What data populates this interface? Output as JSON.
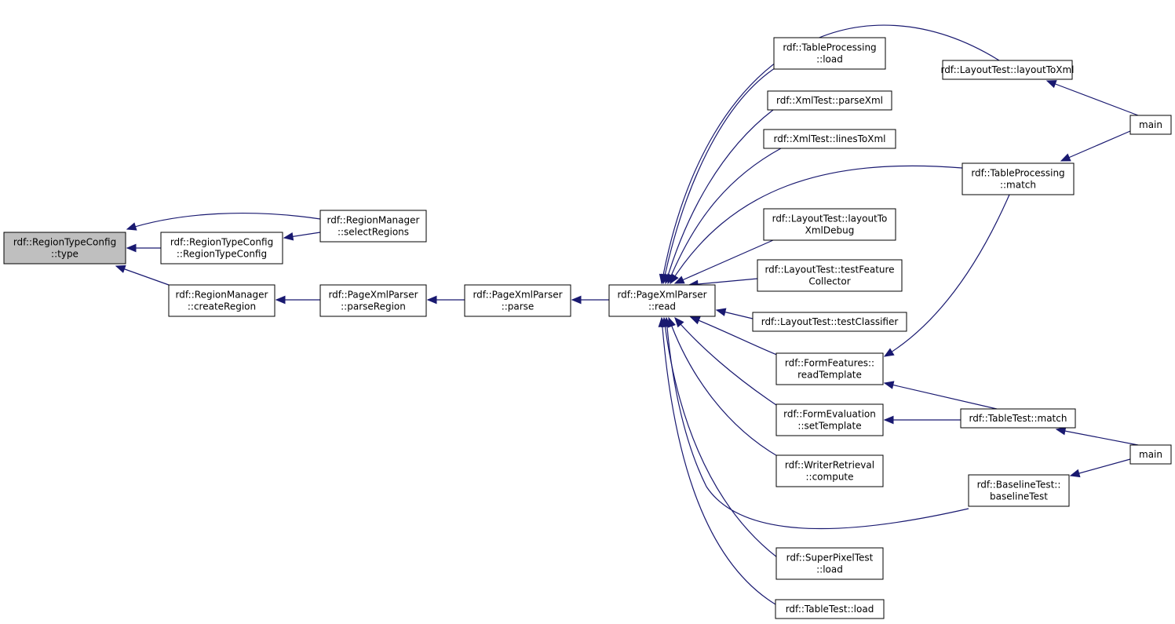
{
  "diagram": {
    "nodes": [
      {
        "id": "root",
        "lines": [
          "rdf::RegionTypeConfig",
          "::type"
        ],
        "highlighted": true
      },
      {
        "id": "rtc_ctor",
        "lines": [
          "rdf::RegionTypeConfig",
          "::RegionTypeConfig"
        ]
      },
      {
        "id": "rm_select",
        "lines": [
          "rdf::RegionManager",
          "::selectRegions"
        ]
      },
      {
        "id": "rm_create",
        "lines": [
          "rdf::RegionManager",
          "::createRegion"
        ]
      },
      {
        "id": "px_parseRegion",
        "lines": [
          "rdf::PageXmlParser",
          "::parseRegion"
        ]
      },
      {
        "id": "px_parse",
        "lines": [
          "rdf::PageXmlParser",
          "::parse"
        ]
      },
      {
        "id": "px_read",
        "lines": [
          "rdf::PageXmlParser",
          "::read"
        ]
      },
      {
        "id": "tp_load",
        "lines": [
          "rdf::TableProcessing",
          "::load"
        ]
      },
      {
        "id": "xt_parseXml",
        "lines": [
          "rdf::XmlTest::parseXml"
        ]
      },
      {
        "id": "xt_linesToXml",
        "lines": [
          "rdf::XmlTest::linesToXml"
        ]
      },
      {
        "id": "lt_layoutToXmlDebug",
        "lines": [
          "rdf::LayoutTest::layoutTo",
          "XmlDebug"
        ]
      },
      {
        "id": "lt_testFeature",
        "lines": [
          "rdf::LayoutTest::testFeature",
          "Collector"
        ]
      },
      {
        "id": "lt_testClassifier",
        "lines": [
          "rdf::LayoutTest::testClassifier"
        ]
      },
      {
        "id": "ff_readTemplate",
        "lines": [
          "rdf::FormFeatures::",
          "readTemplate"
        ]
      },
      {
        "id": "fe_setTemplate",
        "lines": [
          "rdf::FormEvaluation",
          "::setTemplate"
        ]
      },
      {
        "id": "wr_compute",
        "lines": [
          "rdf::WriterRetrieval",
          "::compute"
        ]
      },
      {
        "id": "spt_load",
        "lines": [
          "rdf::SuperPixelTest",
          "::load"
        ]
      },
      {
        "id": "tt_load",
        "lines": [
          "rdf::TableTest::load"
        ]
      },
      {
        "id": "lt_layoutToXml",
        "lines": [
          "rdf::LayoutTest::layoutToXml"
        ]
      },
      {
        "id": "tp_match",
        "lines": [
          "rdf::TableProcessing",
          "::match"
        ]
      },
      {
        "id": "tt_match",
        "lines": [
          "rdf::TableTest::match"
        ]
      },
      {
        "id": "bt_baselineTest",
        "lines": [
          "rdf::BaselineTest::",
          "baselineTest"
        ]
      },
      {
        "id": "main1",
        "lines": [
          "main"
        ]
      },
      {
        "id": "main2",
        "lines": [
          "main"
        ]
      }
    ],
    "edges": [
      {
        "from": "rm_select",
        "to": "root"
      },
      {
        "from": "rtc_ctor",
        "to": "root"
      },
      {
        "from": "rm_create",
        "to": "root"
      },
      {
        "from": "rm_select",
        "to": "rtc_ctor"
      },
      {
        "from": "px_parseRegion",
        "to": "rm_create"
      },
      {
        "from": "px_parse",
        "to": "px_parseRegion"
      },
      {
        "from": "px_read",
        "to": "px_parse"
      },
      {
        "from": "lt_layoutToXml",
        "to": "px_read"
      },
      {
        "from": "tp_load",
        "to": "px_read"
      },
      {
        "from": "xt_parseXml",
        "to": "px_read"
      },
      {
        "from": "xt_linesToXml",
        "to": "px_read"
      },
      {
        "from": "tp_match",
        "to": "px_read"
      },
      {
        "from": "lt_layoutToXmlDebug",
        "to": "px_read"
      },
      {
        "from": "lt_testFeature",
        "to": "px_read"
      },
      {
        "from": "lt_testClassifier",
        "to": "px_read"
      },
      {
        "from": "ff_readTemplate",
        "to": "px_read"
      },
      {
        "from": "fe_setTemplate",
        "to": "px_read"
      },
      {
        "from": "wr_compute",
        "to": "px_read"
      },
      {
        "from": "bt_baselineTest",
        "to": "px_read"
      },
      {
        "from": "spt_load",
        "to": "px_read"
      },
      {
        "from": "tt_load",
        "to": "px_read"
      },
      {
        "from": "main1",
        "to": "lt_layoutToXml"
      },
      {
        "from": "main1",
        "to": "tp_match"
      },
      {
        "from": "tp_match",
        "to": "ff_readTemplate"
      },
      {
        "from": "tt_match",
        "to": "ff_readTemplate"
      },
      {
        "from": "tt_match",
        "to": "fe_setTemplate"
      },
      {
        "from": "main2",
        "to": "tt_match"
      },
      {
        "from": "main2",
        "to": "bt_baselineTest"
      }
    ]
  }
}
